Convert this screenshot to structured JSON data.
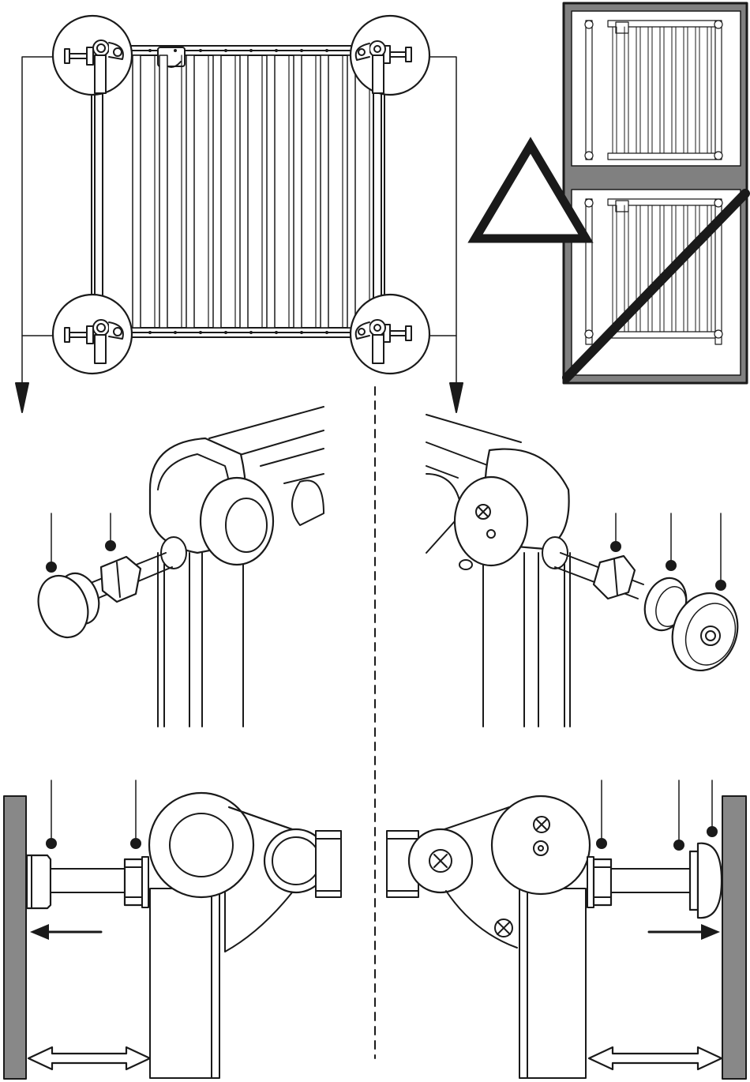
{
  "diagram": {
    "kind": "installation-instruction",
    "text_labels": [],
    "colors": {
      "line": "#1a1a1a",
      "wall": "#888888",
      "panel_bg": "#808080",
      "fill": "#ffffff"
    },
    "overview": {
      "callouts": [
        "top-left-adjuster",
        "top-right-adjuster",
        "bottom-left-adjuster",
        "bottom-right-adjuster"
      ],
      "bar_count": 9
    },
    "warning": {
      "icon": "warning-triangle-icon",
      "panels": [
        "correct-orientation",
        "incorrect-orientation-crossed"
      ]
    },
    "detail_left": {
      "parts": [
        "bumper-pad",
        "lock-nut"
      ]
    },
    "detail_right": {
      "parts": [
        "lock-nut",
        "end-cap",
        "wall-cup"
      ]
    },
    "wall_left": {
      "parts": [
        "bumper-pad",
        "lock-nut"
      ],
      "arrows": [
        "press-toward-wall-arrow",
        "gap-double-arrow"
      ]
    },
    "wall_right": {
      "parts": [
        "lock-nut",
        "end-cap",
        "wall-cup"
      ],
      "arrows": [
        "press-toward-wall-arrow",
        "gap-double-arrow"
      ]
    }
  }
}
